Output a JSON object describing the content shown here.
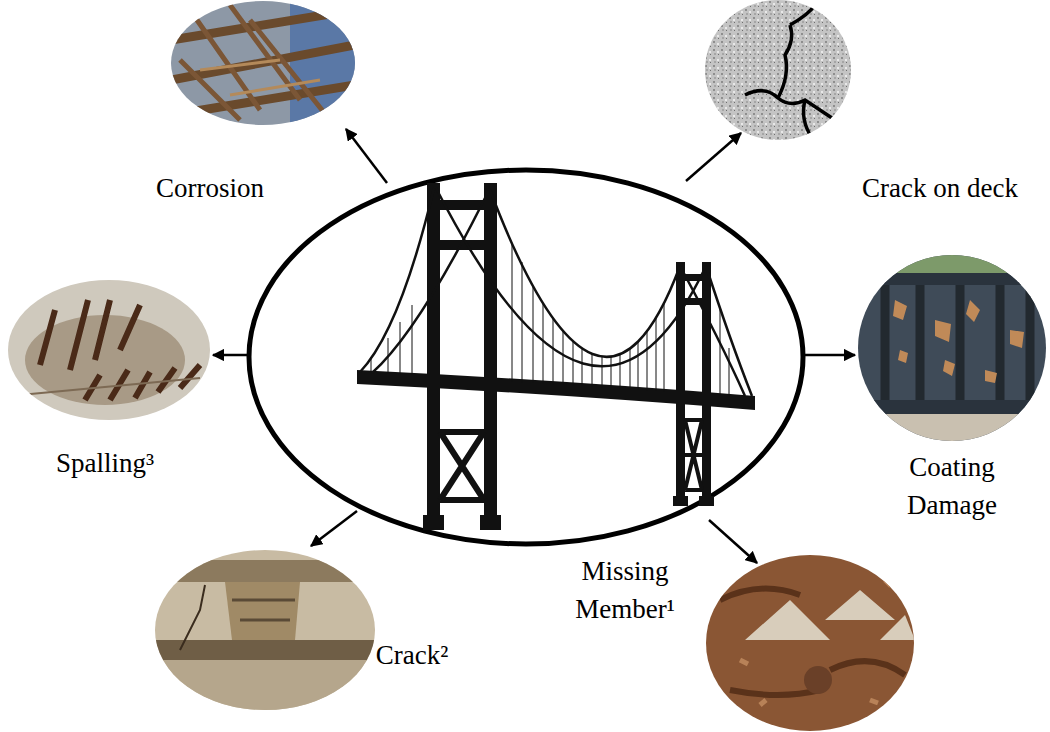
{
  "diagram": {
    "nodes": [
      {
        "text": [
          "Corrosion"
        ]
      },
      {
        "text": [
          "Crack on deck"
        ]
      },
      {
        "text": [
          "Spalling³"
        ]
      },
      {
        "text": [
          "Coating Damage"
        ]
      },
      {
        "text": [
          "Crack²"
        ]
      },
      {
        "text": [
          "Missing Member¹"
        ]
      }
    ]
  }
}
